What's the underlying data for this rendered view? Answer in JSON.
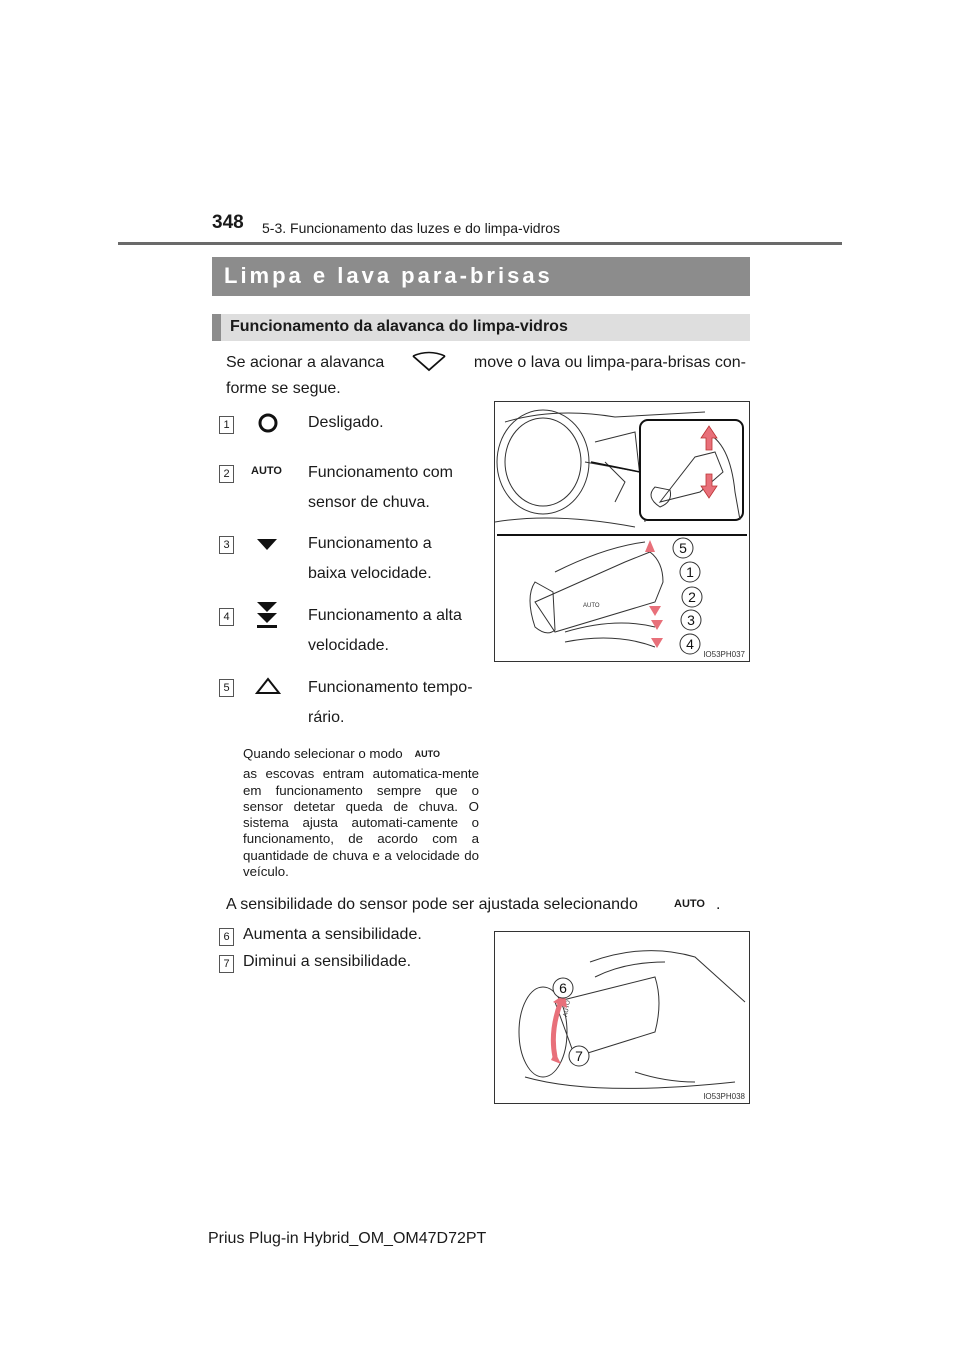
{
  "header": {
    "page_number": "348",
    "breadcrumb": "5-3. Funcionamento das luzes e do limpa-vidros"
  },
  "section": {
    "title": "Limpa e lava para-brisas",
    "subsection_title": "Funcionamento da alavanca do limpa-vidros",
    "intro_part1": "Se acionar a alavanca",
    "intro_part2": "move o lava ou limpa-para-brisas con-",
    "intro_line2": "forme se segue."
  },
  "modes": [
    {
      "number": "1",
      "icon": "circle-off-icon",
      "line1": "Desligado.",
      "line2": ""
    },
    {
      "number": "2",
      "icon": "auto-icon",
      "icon_text": "AUTO",
      "line1": "Funcionamento com",
      "line2": "sensor de chuva."
    },
    {
      "number": "3",
      "icon": "low-speed-icon",
      "line1": "Funcionamento a",
      "line2": "baixa velocidade."
    },
    {
      "number": "4",
      "icon": "high-speed-icon",
      "line1": "Funcionamento a alta",
      "line2": "velocidade."
    },
    {
      "number": "5",
      "icon": "temporary-icon",
      "line1": "Funcionamento tempo-",
      "line2": "rário."
    }
  ],
  "note": {
    "line1": "Quando selecionar o modo",
    "auto": "AUTO",
    "rest": "as escovas entram automatica-mente em funcionamento sempre que o sensor detetar queda de chuva. O sistema ajusta automati-camente o funcionamento, de acordo com a quantidade de chuva e a velocidade do veículo."
  },
  "sensitivity": {
    "line": "A sensibilidade do sensor pode ser ajustada selecionando",
    "auto": "AUTO",
    "end": ".",
    "items": [
      {
        "number": "6",
        "text": "Aumenta a sensibilidade."
      },
      {
        "number": "7",
        "text": "Diminui a sensibilidade."
      }
    ]
  },
  "figures": {
    "fig1_id": "IO53PH037",
    "fig1_callouts": [
      "5",
      "1",
      "2",
      "3",
      "4"
    ],
    "fig2_id": "IO53PH038",
    "fig2_callouts": [
      "6",
      "7"
    ],
    "lever_auto": "AUTO",
    "arrow_color": "#e8707a"
  },
  "footer": {
    "manual": "Prius Plug-in Hybrid_OM_OM47D72PT"
  }
}
